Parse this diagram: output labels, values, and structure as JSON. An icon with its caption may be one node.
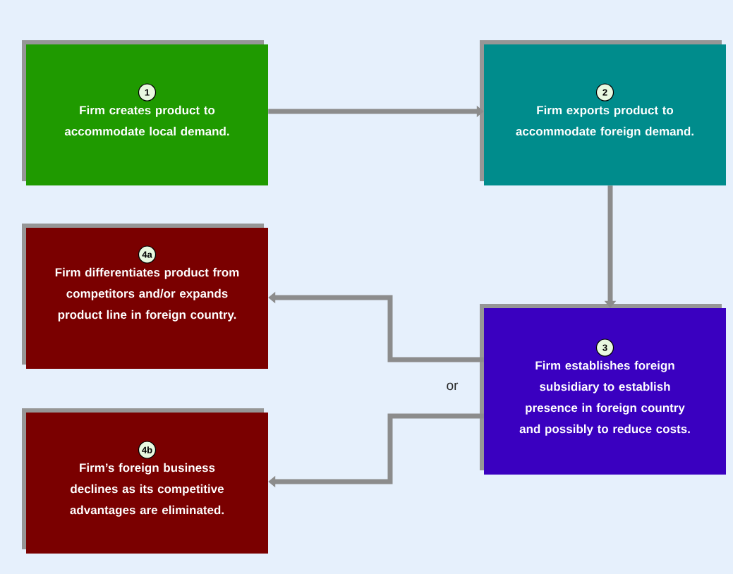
{
  "diagram": {
    "nodes": [
      {
        "text": [
          "1",
          "Firm creates product to accommodate local demand."
        ]
      },
      {
        "text": [
          "2",
          "Firm exports product to accommodate foreign demand."
        ]
      },
      {
        "text": [
          "4a",
          "Firm differentiates product from competitors and/or expands product line in foreign country."
        ]
      },
      {
        "text": [
          "3",
          "Firm establishes foreign subsidiary to establish presence in foreign country and possibly to reduce costs."
        ]
      },
      {
        "text": [
          "4b",
          "Firm’s foreign business declines as its competitive advantages are eliminated."
        ]
      }
    ],
    "edges": [
      {
        "from": 0,
        "to": 1,
        "arrow": "to"
      },
      {
        "from": 1,
        "to": 3,
        "arrow": "to"
      },
      {
        "from": 3,
        "to": 2,
        "arrow": "to"
      },
      {
        "from": 3,
        "to": 4,
        "arrow": "to"
      }
    ],
    "labels": [
      "or"
    ]
  }
}
